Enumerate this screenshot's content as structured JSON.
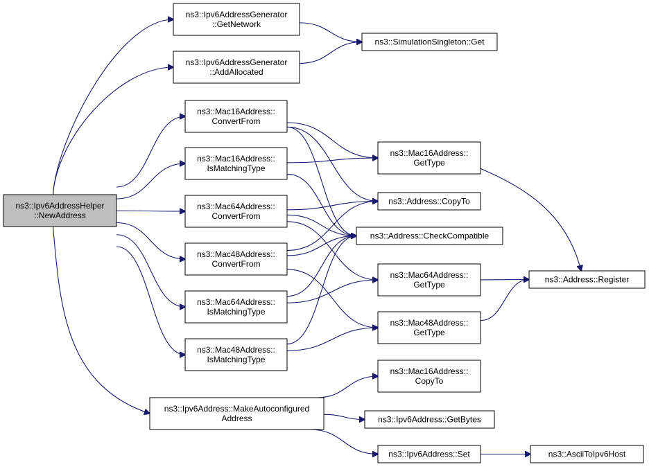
{
  "diagram": {
    "colors": {
      "edge": "#191970",
      "root_fill": "#bfbfbf",
      "node_fill": "#ffffff",
      "border": "#000000"
    },
    "nodes": {
      "root": [
        "ns3::Ipv6AddressHelper",
        "::NewAddress"
      ],
      "gen_getnetwork": [
        "ns3::Ipv6AddressGenerator",
        "::GetNetwork"
      ],
      "gen_addalloc": [
        "ns3::Ipv6AddressGenerator",
        "::AddAllocated"
      ],
      "singleton_get": [
        "ns3::SimulationSingleton::Get"
      ],
      "mac16_convert": [
        "ns3::Mac16Address::",
        "ConvertFrom"
      ],
      "mac16_ismatch": [
        "ns3::Mac16Address::",
        "IsMatchingType"
      ],
      "mac64_convert": [
        "ns3::Mac64Address::",
        "ConvertFrom"
      ],
      "mac48_convert": [
        "ns3::Mac48Address::",
        "ConvertFrom"
      ],
      "mac64_ismatch": [
        "ns3::Mac64Address::",
        "IsMatchingType"
      ],
      "mac48_ismatch": [
        "ns3::Mac48Address::",
        "IsMatchingType"
      ],
      "ipv6_autoconf": [
        "ns3::Ipv6Address::MakeAutoconfigured",
        "Address"
      ],
      "mac16_gettype": [
        "ns3::Mac16Address::",
        "GetType"
      ],
      "addr_copyto": [
        "ns3::Address::CopyTo"
      ],
      "addr_checkcompat": [
        "ns3::Address::CheckCompatible"
      ],
      "mac64_gettype": [
        "ns3::Mac64Address::",
        "GetType"
      ],
      "mac48_gettype": [
        "ns3::Mac48Address::",
        "GetType"
      ],
      "mac16_copyto": [
        "ns3::Mac16Address::",
        "CopyTo"
      ],
      "ipv6_getbytes": [
        "ns3::Ipv6Address::GetBytes"
      ],
      "ipv6_set": [
        "ns3::Ipv6Address::Set"
      ],
      "addr_register": [
        "ns3::Address::Register"
      ],
      "ascii_to_ipv6": [
        "ns3::AsciiToIpv6Host"
      ]
    },
    "edges": [
      [
        "root",
        "gen_getnetwork"
      ],
      [
        "root",
        "gen_addalloc"
      ],
      [
        "root",
        "mac16_convert"
      ],
      [
        "root",
        "mac16_ismatch"
      ],
      [
        "root",
        "mac64_convert"
      ],
      [
        "root",
        "mac48_convert"
      ],
      [
        "root",
        "mac64_ismatch"
      ],
      [
        "root",
        "mac48_ismatch"
      ],
      [
        "root",
        "ipv6_autoconf"
      ],
      [
        "gen_getnetwork",
        "singleton_get"
      ],
      [
        "gen_addalloc",
        "singleton_get"
      ],
      [
        "mac16_convert",
        "mac16_gettype"
      ],
      [
        "mac16_convert",
        "addr_copyto"
      ],
      [
        "mac16_convert",
        "addr_checkcompat"
      ],
      [
        "mac16_ismatch",
        "mac16_gettype"
      ],
      [
        "mac16_ismatch",
        "addr_checkcompat"
      ],
      [
        "mac64_convert",
        "addr_copyto"
      ],
      [
        "mac64_convert",
        "addr_checkcompat"
      ],
      [
        "mac64_convert",
        "mac64_gettype"
      ],
      [
        "mac48_convert",
        "addr_copyto"
      ],
      [
        "mac48_convert",
        "addr_checkcompat"
      ],
      [
        "mac48_convert",
        "mac48_gettype"
      ],
      [
        "mac64_ismatch",
        "mac64_gettype"
      ],
      [
        "mac64_ismatch",
        "addr_checkcompat"
      ],
      [
        "mac48_ismatch",
        "mac48_gettype"
      ],
      [
        "mac48_ismatch",
        "addr_checkcompat"
      ],
      [
        "mac16_gettype",
        "addr_register"
      ],
      [
        "mac64_gettype",
        "addr_register"
      ],
      [
        "mac48_gettype",
        "addr_register"
      ],
      [
        "ipv6_autoconf",
        "mac16_copyto"
      ],
      [
        "ipv6_autoconf",
        "ipv6_getbytes"
      ],
      [
        "ipv6_autoconf",
        "ipv6_set"
      ],
      [
        "ipv6_set",
        "ascii_to_ipv6"
      ]
    ]
  }
}
